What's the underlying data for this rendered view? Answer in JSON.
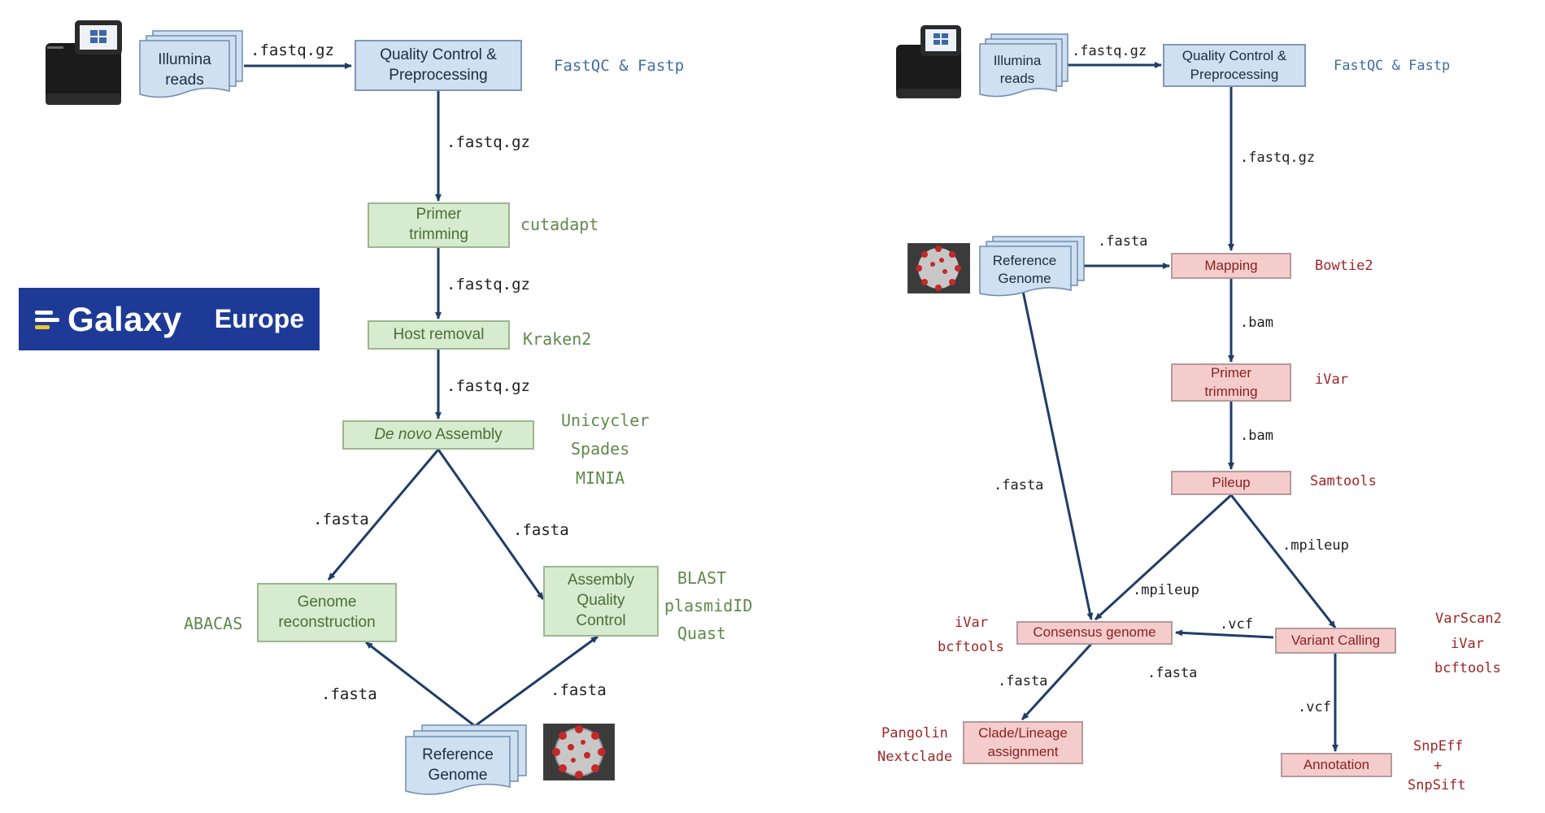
{
  "branding": {
    "name": "Galaxy",
    "region": "Europe"
  },
  "left": {
    "nodes": {
      "reads": "Illumina\nreads",
      "qc": "Quality Control &\nPreprocessing",
      "primer": "Primer\ntrimming",
      "host": "Host removal",
      "assembly_italic": "De novo",
      "assembly_rest": " Assembly",
      "genome_recon": "Genome\nreconstruction",
      "aqc": "Assembly\nQuality\nControl",
      "reference": "Reference\nGenome"
    },
    "edges": {
      "e1": ".fastq.gz",
      "e2": ".fastq.gz",
      "e3": ".fastq.gz",
      "e4": ".fastq.gz",
      "e5": ".fasta",
      "e6": ".fasta",
      "e7": ".fasta",
      "e8": ".fasta"
    },
    "tools": {
      "qc": "FastQC & Fastp",
      "primer": "cutadapt",
      "host": "Kraken2",
      "assembly": [
        "Unicycler",
        "Spades",
        "MINIA"
      ],
      "genome_recon": "ABACAS",
      "aqc": [
        "BLAST",
        "plasmidID",
        "Quast"
      ]
    }
  },
  "right": {
    "nodes": {
      "reads": "Illumina\nreads",
      "qc": "Quality Control &\nPreprocessing",
      "reference": "Reference\nGenome",
      "mapping": "Mapping",
      "primer": "Primer\ntrimming",
      "pileup": "Pileup",
      "consensus": "Consensus genome",
      "variant": "Variant Calling",
      "clade": "Clade/Lineage\nassignment",
      "annotation": "Annotation"
    },
    "edges": {
      "e1": ".fastq.gz",
      "e2": ".fastq.gz",
      "e3": ".fasta",
      "e4": ".bam",
      "e5": ".bam",
      "e6": ".fasta",
      "e7": ".mpileup",
      "e8": ".mpileup",
      "e9": ".vcf",
      "e10": ".fasta",
      "e11": ".fasta",
      "e12": ".vcf"
    },
    "tools": {
      "qc": "FastQC & Fastp",
      "mapping": "Bowtie2",
      "primer": "iVar",
      "pileup": "Samtools",
      "consensus": [
        "iVar",
        "bcftools"
      ],
      "variant": [
        "VarScan2",
        "iVar",
        "bcftools"
      ],
      "clade": [
        "Pangolin",
        "Nextclade"
      ],
      "annotation": [
        "SnpEff",
        "+",
        "SnpSift"
      ]
    }
  },
  "colors": {
    "blue_fill": "#cfe0f1",
    "green_fill": "#d7ebcf",
    "red_fill": "#f5cccc",
    "arrow": "#1f3d66",
    "galaxy_bg": "#1d3a96"
  }
}
